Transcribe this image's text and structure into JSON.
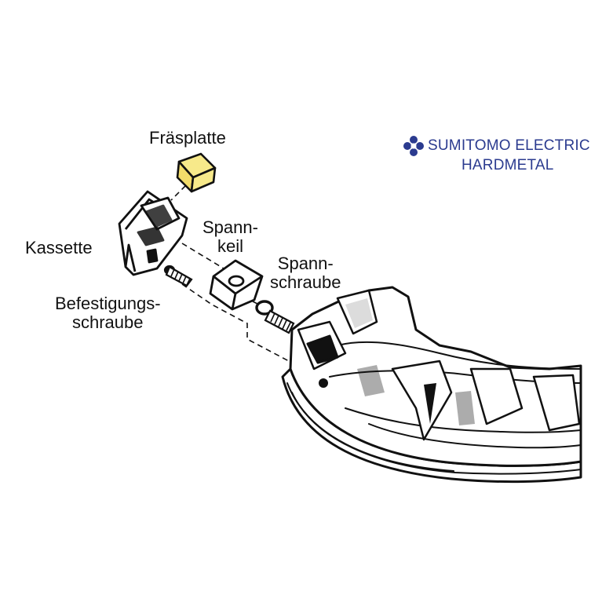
{
  "labels": {
    "insert": "Fräsplatte",
    "cassette": "Kassette",
    "wedge_line1": "Spann-",
    "wedge_line2": "keil",
    "clamp_screw_line1": "Spann-",
    "clamp_screw_line2": "schraube",
    "fix_screw_line1": "Befestigungs-",
    "fix_screw_line2": "schraube"
  },
  "brand": {
    "line1": "SUMITOMO ELECTRIC",
    "line2": "HARDMETAL",
    "logo_icon": "sumitomo-logo-icon"
  },
  "colors": {
    "insert_fill": "#f7e98a",
    "brand_blue": "#2b3b8f",
    "line": "#111111"
  }
}
